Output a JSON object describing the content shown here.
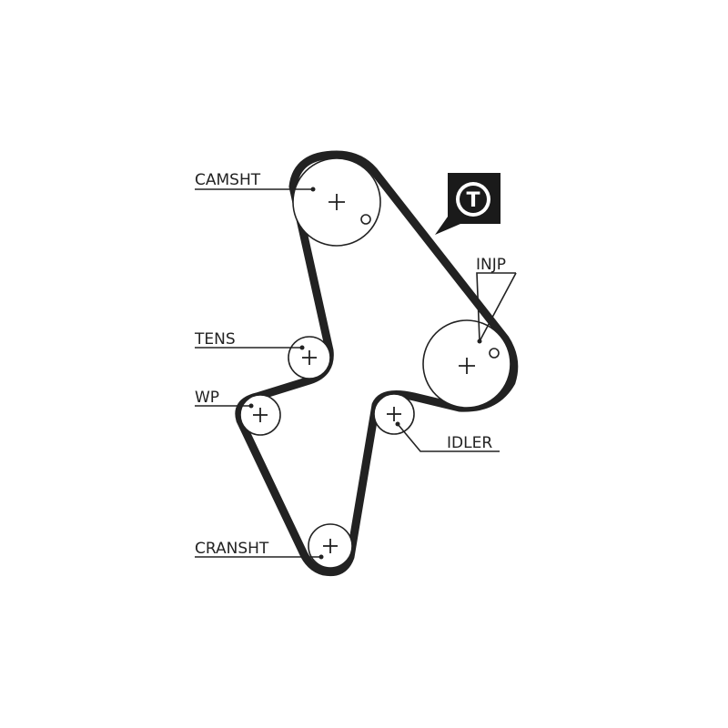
{
  "labels": {
    "camsht": "CAMSHT",
    "injp": "INJP",
    "tens": "TENS",
    "wp": "WP",
    "idler": "IDLER",
    "cransht": "CRANSHT"
  },
  "badge": {
    "letter": "T",
    "color": "#1a1a1a"
  },
  "icon": "tensioner-badge-icon"
}
